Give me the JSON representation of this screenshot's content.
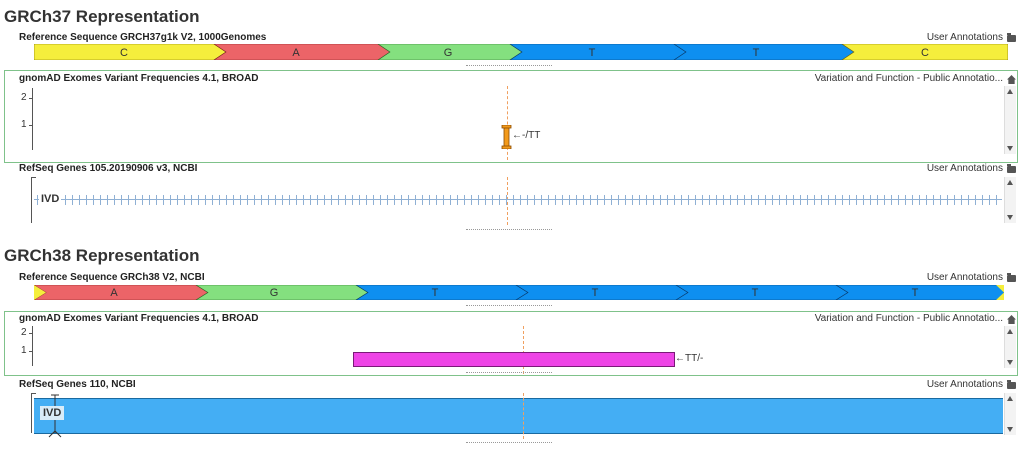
{
  "grch37": {
    "title": "GRCh37 Representation",
    "refseq_track": {
      "title": "Reference Sequence GRCH37g1k V2, 1000Genomes",
      "right": "User Annotations",
      "bases": [
        "C",
        "A",
        "G",
        "T",
        "T",
        "C"
      ]
    },
    "gnomad_track": {
      "title": "gnomAD Exomes Variant Frequencies 4.1, BROAD",
      "right": "Variation and Function - Public Annotatio...",
      "axis": [
        "2",
        "1"
      ],
      "variant_label": "-/TT"
    },
    "genes_track": {
      "title": "RefSeq Genes 105.20190906 v3, NCBI",
      "right": "User Annotations",
      "gene": "IVD"
    }
  },
  "grch38": {
    "title": "GRCh38 Representation",
    "refseq_track": {
      "title": "Reference Sequence GRCh38 V2, NCBI",
      "right": "User Annotations",
      "bases": [
        "A",
        "G",
        "T",
        "T",
        "T",
        "T"
      ]
    },
    "gnomad_track": {
      "title": "gnomAD Exomes Variant Frequencies 4.1, BROAD",
      "right": "Variation and Function - Public Annotatio...",
      "axis": [
        "2",
        "1"
      ],
      "variant_label": "TT/-"
    },
    "genes_track": {
      "title": "RefSeq Genes 110, NCBI",
      "right": "User Annotations",
      "gene": "IVD"
    }
  },
  "colors": {
    "base_C": "#f5ee3c",
    "base_A": "#ec6468",
    "base_G": "#84e07f",
    "base_T": "#0e8ff0",
    "panel_border": "#7fc28a",
    "insertion": "#f39a1a",
    "deletion": "#ee44e6",
    "gene_band": "#44aef4",
    "cursor_line": "#f0a060"
  }
}
